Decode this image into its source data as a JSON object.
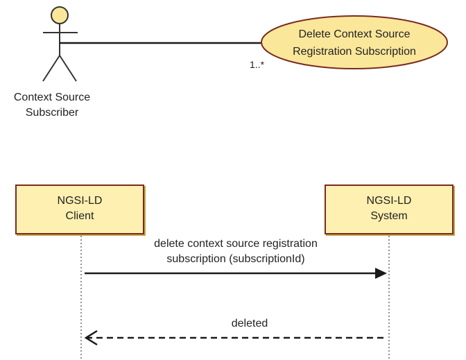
{
  "use_case": {
    "actor": {
      "line1": "Context Source",
      "line2": "Subscriber"
    },
    "use_case": {
      "line1": "Delete Context Source",
      "line2": "Registration Subscription"
    },
    "multiplicity": "1..*"
  },
  "sequence": {
    "client": {
      "line1": "NGSI-LD",
      "line2": "Client"
    },
    "system": {
      "line1": "NGSI-LD",
      "line2": "System"
    },
    "request": {
      "line1": "delete context source registration",
      "line2": "subscription (subscriptionId)"
    },
    "response": {
      "label": "deleted"
    }
  },
  "colors": {
    "actor_fill": "#fbe79a",
    "use_case_fill": "#fbe79a",
    "box_fill": "#fdf0b0",
    "box_border": "#7a2a1e",
    "line": "#1a1a1a"
  }
}
